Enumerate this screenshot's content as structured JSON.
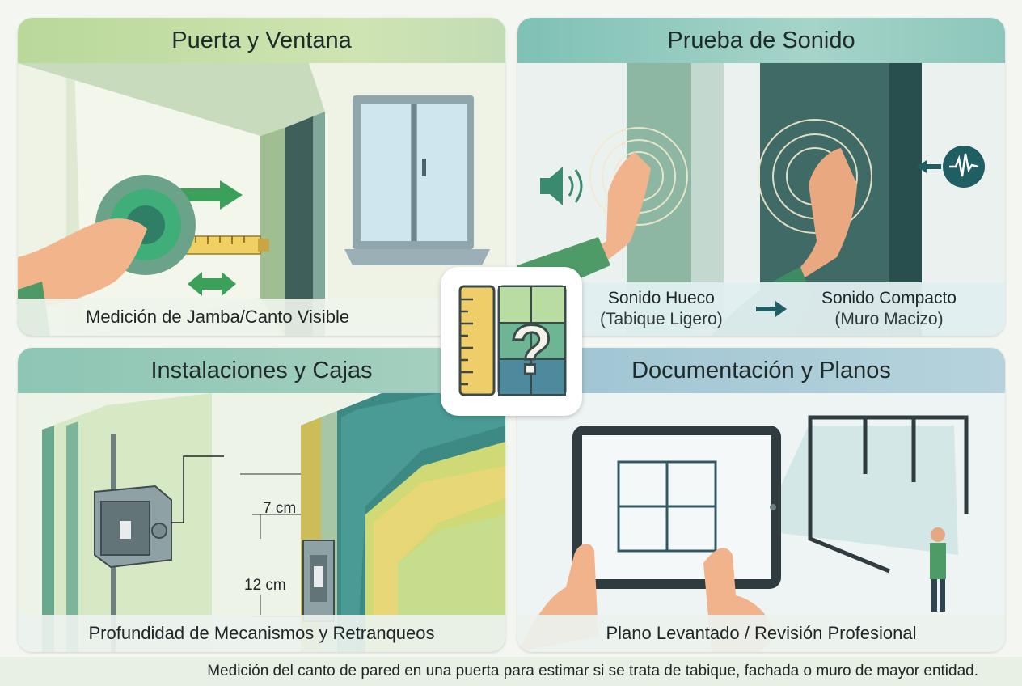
{
  "panels": {
    "door_window": {
      "title": "Puerta y Ventana",
      "caption": "Medición de Jamba/Canto Visible"
    },
    "sound_test": {
      "title": "Prueba de Sonido",
      "hollow": {
        "label": "Sonido Hueco",
        "detail": "(Tabique Ligero)"
      },
      "solid": {
        "label": "Sonido Compacto",
        "detail": "(Muro Macizo)"
      }
    },
    "installations": {
      "title": "Instalaciones y Cajas",
      "caption": "Profundidad de Mecanismos y Retranqueos",
      "dim_top": "7 cm",
      "dim_bottom": "12 cm"
    },
    "documentation": {
      "title": "Documentación y Planos",
      "caption": "Plano Levantado / Revisión Profesional"
    }
  },
  "center_icon": "ruler-question-icon",
  "footer": "Medición del canto de pared en una puerta para estimar si se trata de tabique, fachada o muro de mayor entidad.",
  "colors": {
    "green_header": "#c4dfa8",
    "teal_header": "#93c9be",
    "blue_header": "#a8ccd7",
    "accent_green": "#3aa05a",
    "dark_teal": "#1f5e63"
  }
}
